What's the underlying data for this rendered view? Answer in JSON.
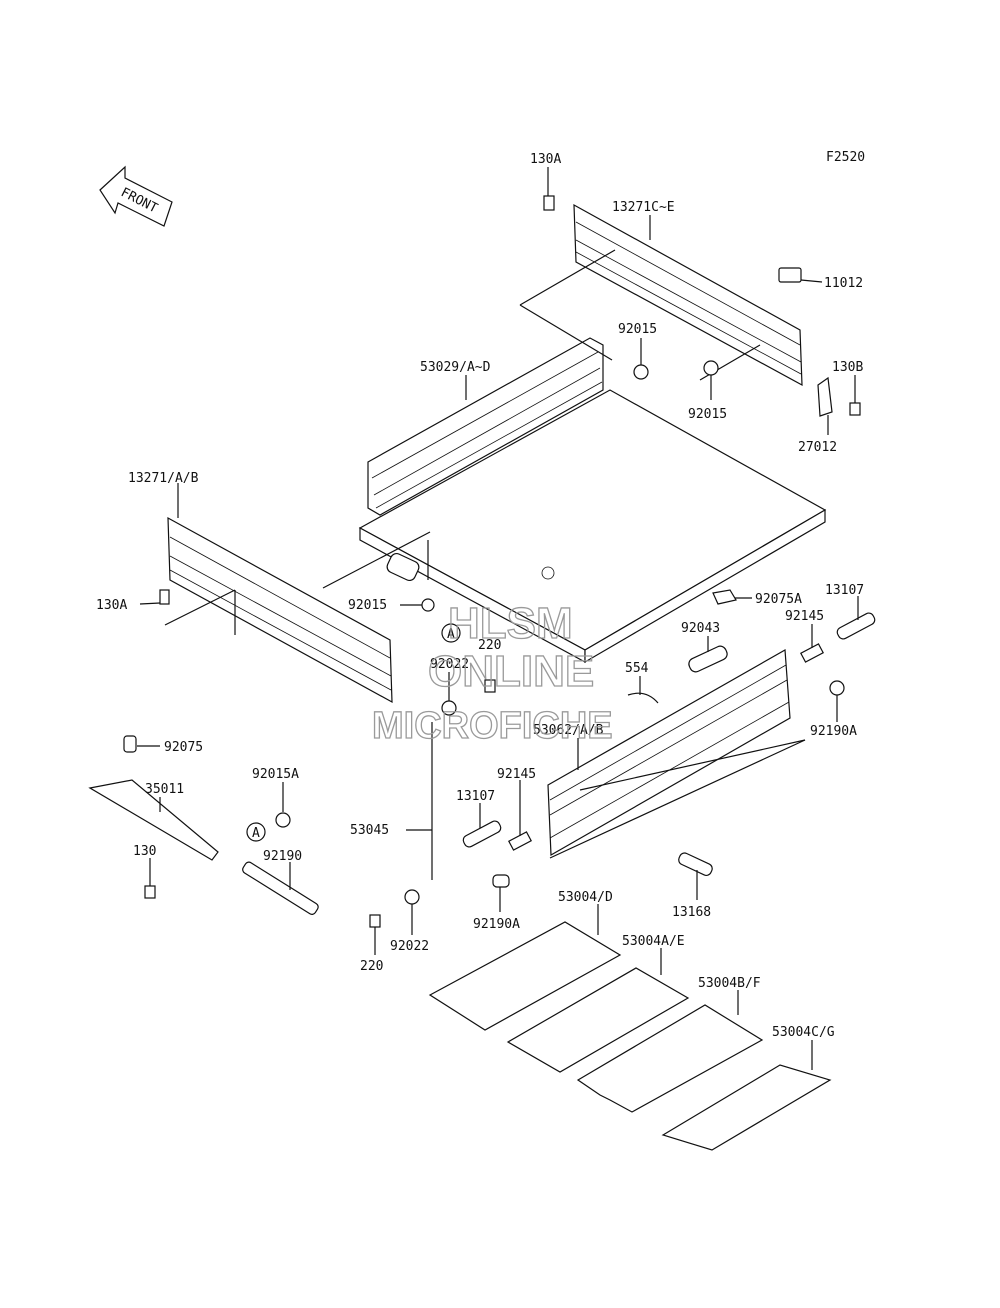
{
  "figure_code": "F2520",
  "front_arrow": "FRONT",
  "watermark": {
    "line1": "HLSM",
    "line2": "ONLINE",
    "line3": "MICROFICHE"
  },
  "callouts": {
    "A1": "A",
    "A2": "A"
  },
  "labels": {
    "p130A_top": "130A",
    "p13271C": "13271C~E",
    "p11012": "11012",
    "p92015_a": "92015",
    "p130B": "130B",
    "p53029": "53029/A~D",
    "p92015_b": "92015",
    "p27012": "27012",
    "p13271AB": "13271/A/B",
    "p130A_left": "130A",
    "p92015_c": "92015",
    "p220_a": "220",
    "p92075A": "92075A",
    "p13107_r": "13107",
    "p92043": "92043",
    "p92145_r": "92145",
    "p554": "554",
    "p92022_a": "92022",
    "p53062": "53062/A/B",
    "p92190A_r": "92190A",
    "p92075": "92075",
    "p35011": "35011",
    "p92015A": "92015A",
    "p53045": "53045",
    "p92145_m": "92145",
    "p13107_m": "13107",
    "p130": "130",
    "p92190": "92190",
    "p13168": "13168",
    "p92190A_m": "92190A",
    "p53004D": "53004/D",
    "p53004AE": "53004A/E",
    "p220_b": "220",
    "p92022_b": "92022",
    "p53004BF": "53004B/F",
    "p53004CG": "53004C/G"
  }
}
